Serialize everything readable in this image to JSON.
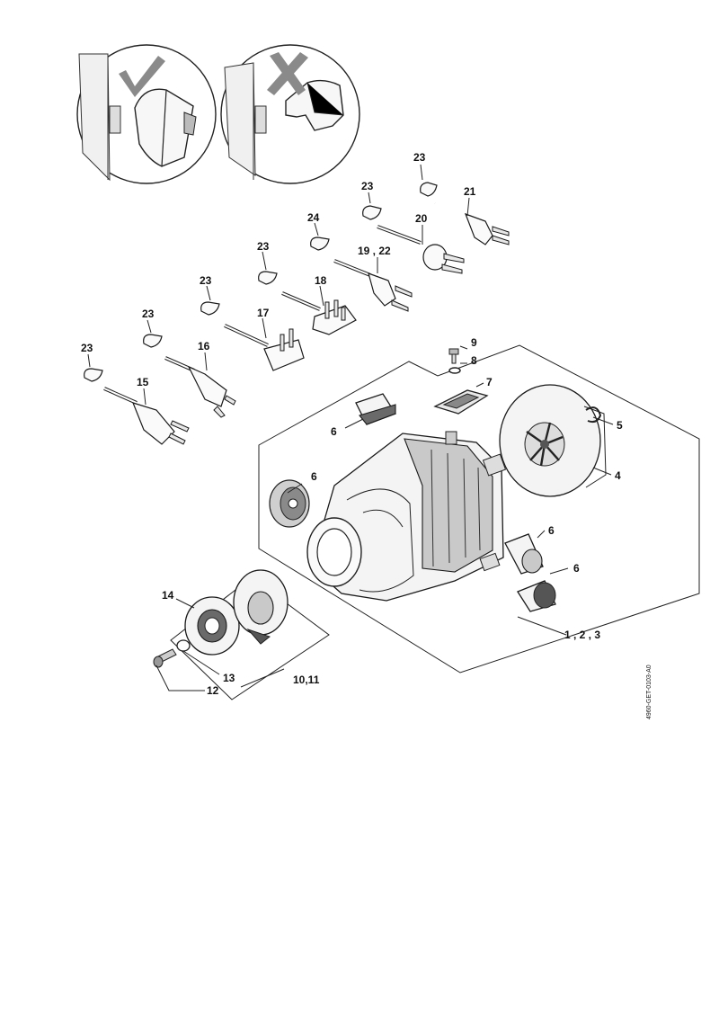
{
  "diagram": {
    "reference_code": "4960-GET-0103-A0",
    "callouts": [
      {
        "id": "c-23a",
        "text": "23"
      },
      {
        "id": "c-23b",
        "text": "23"
      },
      {
        "id": "c-23c",
        "text": "23"
      },
      {
        "id": "c-23d",
        "text": "23"
      },
      {
        "id": "c-23e",
        "text": "23"
      },
      {
        "id": "c-23f",
        "text": "23"
      },
      {
        "id": "c-23g",
        "text": "23"
      },
      {
        "id": "c-24",
        "text": "24"
      },
      {
        "id": "c-21",
        "text": "21"
      },
      {
        "id": "c-20",
        "text": "20"
      },
      {
        "id": "c-19-22",
        "text": "19 , 22"
      },
      {
        "id": "c-18",
        "text": "18"
      },
      {
        "id": "c-17",
        "text": "17"
      },
      {
        "id": "c-16",
        "text": "16"
      },
      {
        "id": "c-15",
        "text": "15"
      },
      {
        "id": "c-9",
        "text": "9"
      },
      {
        "id": "c-8",
        "text": "8"
      },
      {
        "id": "c-7",
        "text": "7"
      },
      {
        "id": "c-5",
        "text": "5"
      },
      {
        "id": "c-4",
        "text": "4"
      },
      {
        "id": "c-6a",
        "text": "6"
      },
      {
        "id": "c-6b",
        "text": "6"
      },
      {
        "id": "c-6c",
        "text": "6"
      },
      {
        "id": "c-6d",
        "text": "6"
      },
      {
        "id": "c-1-2-3",
        "text": "1 , 2 , 3"
      },
      {
        "id": "c-14",
        "text": "14"
      },
      {
        "id": "c-13",
        "text": "13"
      },
      {
        "id": "c-12",
        "text": "12"
      },
      {
        "id": "c-10-11",
        "text": "10,11"
      }
    ]
  }
}
